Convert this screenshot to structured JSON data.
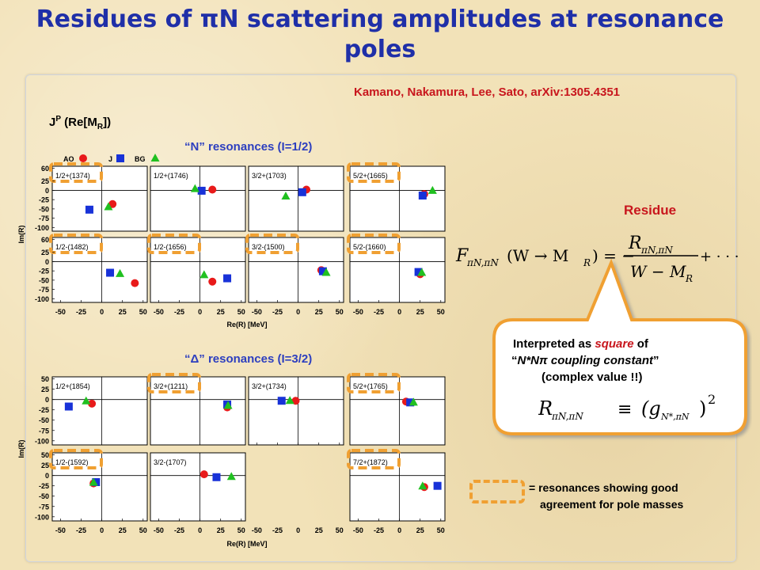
{
  "title": "Residues of πN scattering amplitudes at resonance poles",
  "citation": "Kamano, Nakamura, Lee, Sato, arXiv:1305.4351",
  "jp_label": {
    "j": "J",
    "p": "P",
    "open": " (Re[M",
    "r": "R",
    "close": "])"
  },
  "legend_models": [
    {
      "name": "AO",
      "symbol": "circle",
      "color": "#e81a1a"
    },
    {
      "name": "J",
      "symbol": "square",
      "color": "#1832d8"
    },
    {
      "name": "BG",
      "symbol": "triangle",
      "color": "#20c020"
    }
  ],
  "residue_label": "Residue",
  "formula": {
    "lhs": "F",
    "lhs_sub": "πN,πN",
    "args": "(W → M",
    "args_sub": "R",
    "eq": ") = −",
    "num": "R",
    "num_sub": "πN,πN",
    "den": "W − M",
    "den_sub": "R",
    "tail": "+ · · ·"
  },
  "callout": {
    "line1_pre": "Interpreted as ",
    "line1_hl": "square",
    "line1_post": " of",
    "line2_pre": "“",
    "line2_it": "N*Nπ coupling constant",
    "line2_post": "”",
    "line3": "(complex value !!)",
    "formula": {
      "lhs": "R",
      "lhs_sub": "πN,πN",
      "eq": "≡",
      "rhs": "(g",
      "rhs_sub": "N*,πN",
      "rhs_close": ")",
      "exp": "2"
    }
  },
  "good_agreement_legend": {
    "line1": "= resonances showing good",
    "line2": "agreement for pole masses"
  },
  "chart_data": [
    {
      "type": "scatter",
      "title": "“N” resonances (I=1/2)",
      "xlabel": "Re(R) [MeV]",
      "ylabel": "Im(R)",
      "xlim": [
        -60,
        55
      ],
      "ylim": [
        -110,
        65
      ],
      "xticks": [
        -50,
        -25,
        0,
        25,
        50
      ],
      "yticks": [
        60,
        25,
        0,
        -25,
        -50,
        -75,
        -100
      ],
      "highlight_color": "#f0a032",
      "panels": [
        {
          "label": "1/2+(1374)",
          "row": 0,
          "col": 0,
          "highlight": true,
          "points": [
            {
              "model": "AO",
              "x": 13,
              "y": -37
            },
            {
              "model": "J",
              "x": -15,
              "y": -52
            },
            {
              "model": "BG",
              "x": 8,
              "y": -45
            }
          ]
        },
        {
          "label": "1/2+(1746)",
          "row": 0,
          "col": 1,
          "highlight": false,
          "points": [
            {
              "model": "AO",
              "x": 15,
              "y": 2
            },
            {
              "model": "J",
              "x": 2,
              "y": -1
            },
            {
              "model": "BG",
              "x": -6,
              "y": 4
            }
          ]
        },
        {
          "label": "3/2+(1703)",
          "row": 0,
          "col": 2,
          "highlight": false,
          "points": [
            {
              "model": "AO",
              "x": 10,
              "y": 2
            },
            {
              "model": "J",
              "x": 5,
              "y": -5
            },
            {
              "model": "BG",
              "x": -15,
              "y": -16
            }
          ]
        },
        {
          "label": "5/2+(1665)",
          "row": 0,
          "col": 3,
          "highlight": true,
          "points": [
            {
              "model": "AO",
              "x": 30,
              "y": -10
            },
            {
              "model": "J",
              "x": 28,
              "y": -14
            },
            {
              "model": "BG",
              "x": 40,
              "y": -1
            }
          ]
        },
        {
          "label": "1/2-(1482)",
          "row": 1,
          "col": 0,
          "highlight": true,
          "points": [
            {
              "model": "AO",
              "x": 40,
              "y": -58
            },
            {
              "model": "J",
              "x": 10,
              "y": -30
            },
            {
              "model": "BG",
              "x": 22,
              "y": -33
            }
          ]
        },
        {
          "label": "1/2-(1656)",
          "row": 1,
          "col": 1,
          "highlight": true,
          "points": [
            {
              "model": "AO",
              "x": 15,
              "y": -54
            },
            {
              "model": "J",
              "x": 33,
              "y": -45
            },
            {
              "model": "BG",
              "x": 5,
              "y": -36
            }
          ]
        },
        {
          "label": "3/2-(1500)",
          "row": 1,
          "col": 2,
          "highlight": true,
          "points": [
            {
              "model": "AO",
              "x": 28,
              "y": -23
            },
            {
              "model": "J",
              "x": 30,
              "y": -26
            },
            {
              "model": "BG",
              "x": 34,
              "y": -30
            }
          ]
        },
        {
          "label": "5/2-(1660)",
          "row": 1,
          "col": 3,
          "highlight": true,
          "points": [
            {
              "model": "AO",
              "x": 25,
              "y": -34
            },
            {
              "model": "J",
              "x": 23,
              "y": -28
            },
            {
              "model": "BG",
              "x": 27,
              "y": -30
            }
          ]
        }
      ]
    },
    {
      "type": "scatter",
      "title": "“Δ” resonances (I=3/2)",
      "xlabel": "Re(R) [MeV]",
      "ylabel": "Im(R)",
      "xlim": [
        -60,
        55
      ],
      "ylim": [
        -110,
        55
      ],
      "xticks": [
        -50,
        -25,
        0,
        25,
        50
      ],
      "yticks": [
        50,
        25,
        0,
        -25,
        -50,
        -75,
        -100
      ],
      "highlight_color": "#f0a032",
      "panels": [
        {
          "label": "1/2+(1854)",
          "row": 0,
          "col": 0,
          "highlight": false,
          "points": [
            {
              "model": "AO",
              "x": -12,
              "y": -10
            },
            {
              "model": "J",
              "x": -40,
              "y": -17
            },
            {
              "model": "BG",
              "x": -19,
              "y": -4
            }
          ]
        },
        {
          "label": "3/2+(1211)",
          "row": 0,
          "col": 1,
          "highlight": true,
          "points": [
            {
              "model": "AO",
              "x": 33,
              "y": -19
            },
            {
              "model": "J",
              "x": 33,
              "y": -12
            },
            {
              "model": "BG",
              "x": 34,
              "y": -15
            }
          ]
        },
        {
          "label": "3/2+(1734)",
          "row": 0,
          "col": 2,
          "highlight": false,
          "points": [
            {
              "model": "AO",
              "x": -3,
              "y": -3
            },
            {
              "model": "J",
              "x": -20,
              "y": -3
            },
            {
              "model": "BG",
              "x": -10,
              "y": -3
            }
          ]
        },
        {
          "label": "5/2+(1765)",
          "row": 0,
          "col": 3,
          "highlight": true,
          "points": [
            {
              "model": "AO",
              "x": 8,
              "y": -5
            },
            {
              "model": "J",
              "x": 13,
              "y": -7
            },
            {
              "model": "BG",
              "x": 17,
              "y": -7
            }
          ]
        },
        {
          "label": "1/2-(1592)",
          "row": 1,
          "col": 0,
          "highlight": true,
          "points": [
            {
              "model": "AO",
              "x": -10,
              "y": -19
            },
            {
              "model": "J",
              "x": -7,
              "y": -16
            },
            {
              "model": "BG",
              "x": -10,
              "y": -17
            }
          ]
        },
        {
          "label": "3/2-(1707)",
          "row": 1,
          "col": 1,
          "highlight": false,
          "points": [
            {
              "model": "AO",
              "x": 5,
              "y": 3
            },
            {
              "model": "J",
              "x": 20,
              "y": -4
            },
            {
              "model": "BG",
              "x": 38,
              "y": -3
            }
          ]
        },
        {
          "label": "7/2+(1872)",
          "row": 1,
          "col": 3,
          "highlight": true,
          "points": [
            {
              "model": "AO",
              "x": 30,
              "y": -28
            },
            {
              "model": "J",
              "x": 46,
              "y": -25
            },
            {
              "model": "BG",
              "x": 28,
              "y": -26
            }
          ]
        }
      ]
    }
  ]
}
